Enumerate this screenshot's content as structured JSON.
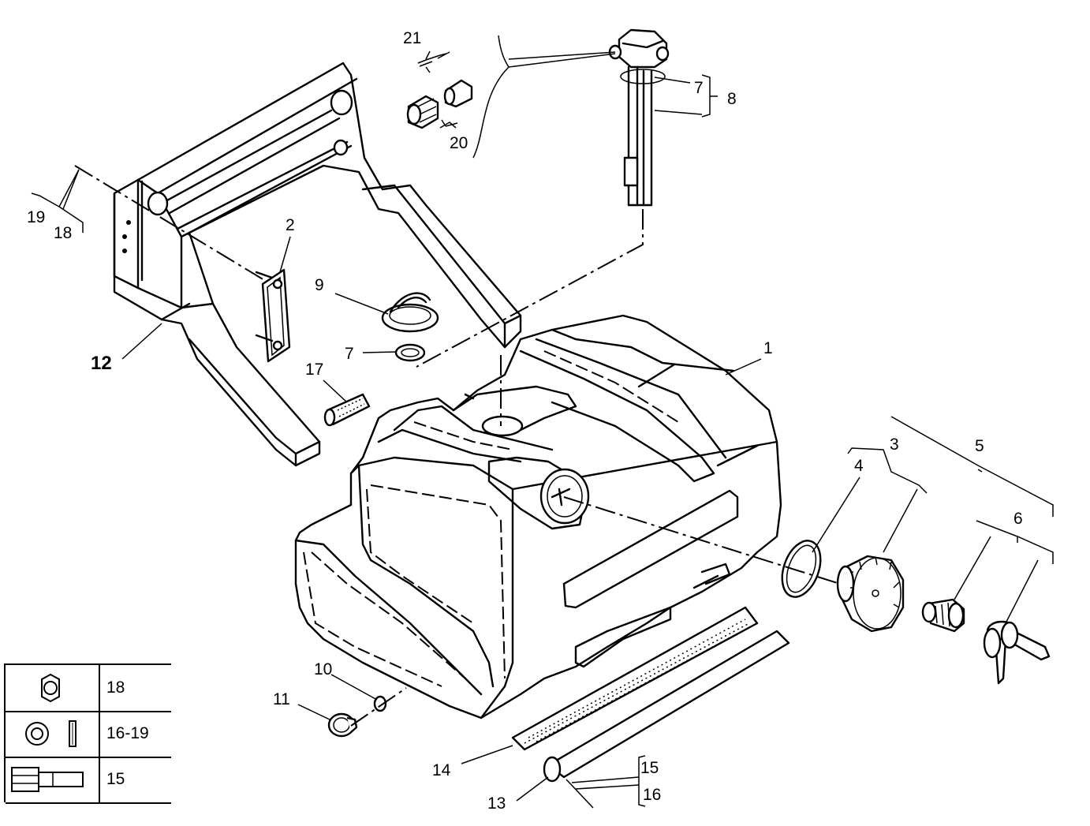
{
  "callouts": {
    "c1": "1",
    "c2": "2",
    "c3": "3",
    "c4": "4",
    "c5": "5",
    "c6": "6",
    "c7a": "7",
    "c7b": "7",
    "c8": "8",
    "c9": "9",
    "c10": "10",
    "c11": "11",
    "c12": "12",
    "c13": "13",
    "c14": "14",
    "c15": "15",
    "c16": "16",
    "c17": "17",
    "c18": "18",
    "c19": "19",
    "c20": "20",
    "c21": "21"
  },
  "legend": {
    "rows": [
      {
        "symbol": "hex-nut-icon",
        "label": "18"
      },
      {
        "symbol": "washer-icon",
        "label": "16-19"
      },
      {
        "symbol": "bolt-icon",
        "label": "15"
      }
    ]
  }
}
